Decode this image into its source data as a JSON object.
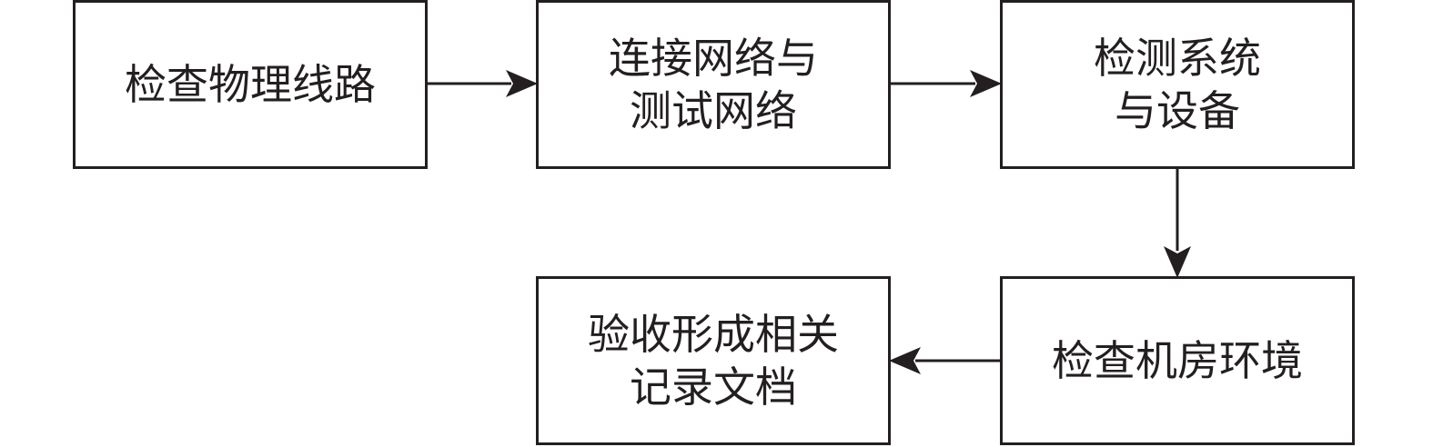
{
  "diagram": {
    "type": "flowchart",
    "line_color": "#231f20",
    "nodes": [
      {
        "id": "n1",
        "label": "检查物理线路"
      },
      {
        "id": "n2",
        "label": "连接网络与\n测试网络"
      },
      {
        "id": "n3",
        "label": "检测系统\n与设备"
      },
      {
        "id": "n4",
        "label": "检查机房环境"
      },
      {
        "id": "n5",
        "label": "验收形成相关\n记录文档"
      }
    ],
    "edges": [
      {
        "from": "n1",
        "to": "n2"
      },
      {
        "from": "n2",
        "to": "n3"
      },
      {
        "from": "n3",
        "to": "n4"
      },
      {
        "from": "n4",
        "to": "n5"
      }
    ]
  }
}
